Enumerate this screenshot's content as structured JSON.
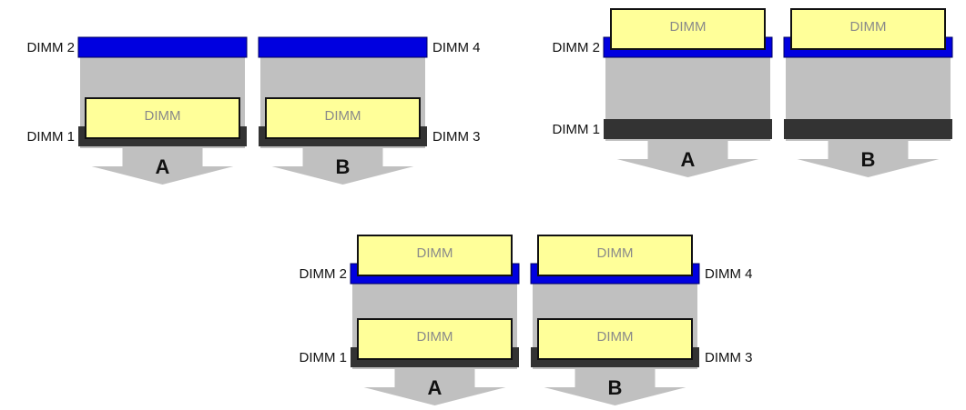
{
  "colors": {
    "board": "#c0c0c0",
    "slot_blue": "#0000e0",
    "slot_black": "#333333",
    "dimm_fill": "#ffff99",
    "dimm_border": "#111111",
    "arrow": "#c0c0c0",
    "text": "#111111",
    "dimm_text": "#8a8a8a"
  },
  "icons": {
    "arrow": "down-arrow-icon"
  },
  "diagrams": [
    {
      "id": "config-1",
      "channels": [
        {
          "name": "A",
          "upper_slot": "DIMM 2",
          "lower_slot": "DIMM 1",
          "upper_dimm": "",
          "lower_dimm": "DIMM"
        },
        {
          "name": "B",
          "upper_slot": "DIMM 4",
          "lower_slot": "DIMM 3",
          "upper_dimm": "",
          "lower_dimm": "DIMM"
        }
      ]
    },
    {
      "id": "config-2",
      "channels": [
        {
          "name": "A",
          "upper_slot": "DIMM 2",
          "lower_slot": "DIMM 1",
          "upper_dimm": "DIMM",
          "lower_dimm": ""
        },
        {
          "name": "B",
          "upper_slot": "",
          "lower_slot": "",
          "upper_dimm": "DIMM",
          "lower_dimm": ""
        }
      ]
    },
    {
      "id": "config-3",
      "channels": [
        {
          "name": "A",
          "upper_slot": "DIMM 2",
          "lower_slot": "DIMM 1",
          "upper_dimm": "DIMM",
          "lower_dimm": "DIMM"
        },
        {
          "name": "B",
          "upper_slot": "DIMM 4",
          "lower_slot": "DIMM 3",
          "upper_dimm": "DIMM",
          "lower_dimm": "DIMM"
        }
      ]
    }
  ]
}
